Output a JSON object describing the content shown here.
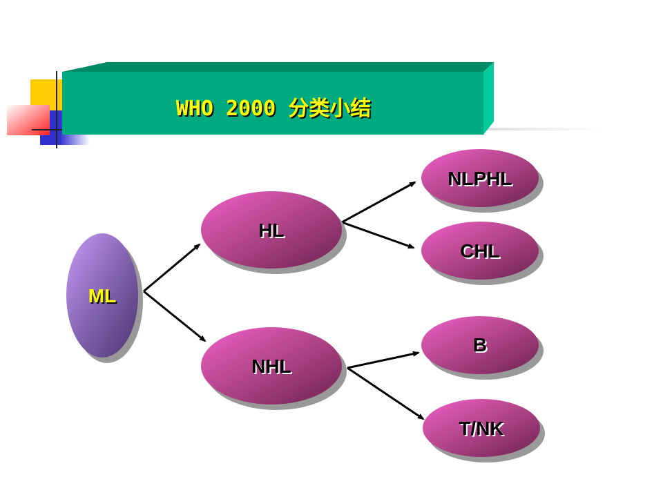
{
  "title": "WHO 2000 分类小结",
  "colors": {
    "banner": "#00aa80",
    "root": "#8a6ab8",
    "node": "#b0407f",
    "root_text": "#ffff00",
    "node_text": "#000000"
  },
  "nodes": {
    "ml": "ML",
    "hl": "HL",
    "nhl": "NHL",
    "nlphl": "NLPHL",
    "chl": "CHL",
    "b": "B",
    "tnk": "T/NK"
  }
}
